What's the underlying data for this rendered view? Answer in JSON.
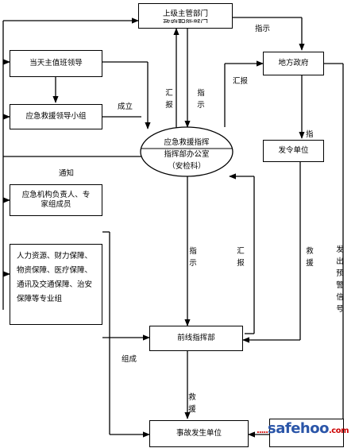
{
  "nodes": {
    "superior": "上级主管部门",
    "superior_sub": "政府职能部门",
    "duty_leader": "当天主值班领导",
    "rescue_group": "应急救援领导小组",
    "local_gov": "地方政府",
    "ellipse_line1": "应急救援指挥",
    "ellipse_line2": "指挥部办公室",
    "ellipse_line3": "（安检科）",
    "issuing_unit": "发令单位",
    "agency_heads": "应急机构负责人、专家组成员",
    "support_groups": "人力资源、财力保障、物资保障、医疗保障、通讯及交通保障、治安保障等专业组",
    "front_command": "前线指挥部",
    "accident_unit": "事故发生单位"
  },
  "labels": {
    "instruct_top": "指示",
    "report_right": "汇报",
    "report_left_v": "汇\n报",
    "instruct_left_v": "指\n示",
    "established": "成立",
    "notify": "通知",
    "instruct_mid_v": "指\n示",
    "report_mid_v": "汇\n报",
    "instruct_gov": "指",
    "rescue_v": "救\n援",
    "warning_v": "发\n出\n预\n警\n信\n号",
    "formed": "组成",
    "rescue_bottom_v": "救\n援"
  },
  "watermark": {
    "dots_left": ".....",
    "brand": "safehoo",
    "dots_right": ".com"
  }
}
